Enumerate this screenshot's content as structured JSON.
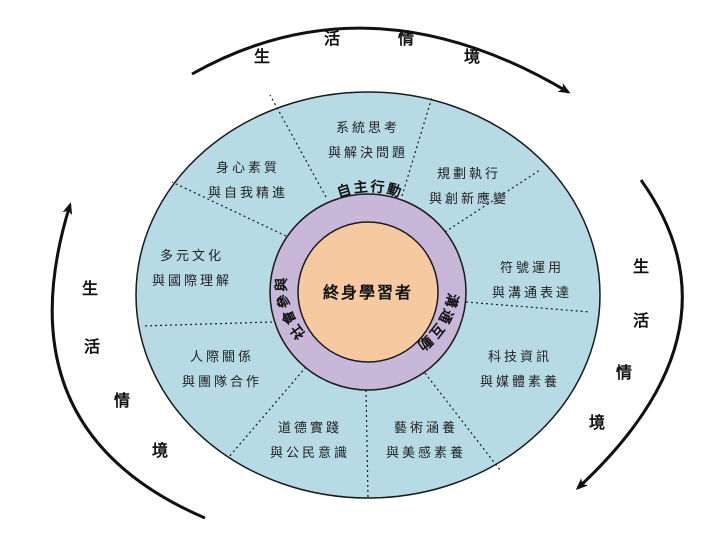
{
  "center": {
    "label": "終身學習者"
  },
  "ring_labels": [
    {
      "text": "自主行動"
    },
    {
      "text": "溝通互動"
    },
    {
      "text": "社會參與"
    }
  ],
  "segments": [
    {
      "line1": "系統思考",
      "line2": "與解決問題"
    },
    {
      "line1": "規劃執行",
      "line2": "與創新應變"
    },
    {
      "line1": "符號運用",
      "line2": "與溝通表達"
    },
    {
      "line1": "科技資訊",
      "line2": "與媒體素養"
    },
    {
      "line1": "藝術涵養",
      "line2": "與美感素養"
    },
    {
      "line1": "道德實踐",
      "line2": "與公民意識"
    },
    {
      "line1": "人際關係",
      "line2": "與團隊合作"
    },
    {
      "line1": "多元文化",
      "line2": "與國際理解"
    },
    {
      "line1": "身心素質",
      "line2": "與自我精進"
    }
  ],
  "context_label": [
    "生",
    "活",
    "情",
    "境"
  ],
  "colors": {
    "outer_fill": "#b7dbe5",
    "ring_fill": "#c8b7d9",
    "center_fill": "#f6c9a1",
    "stroke": "#1a1a1a"
  }
}
